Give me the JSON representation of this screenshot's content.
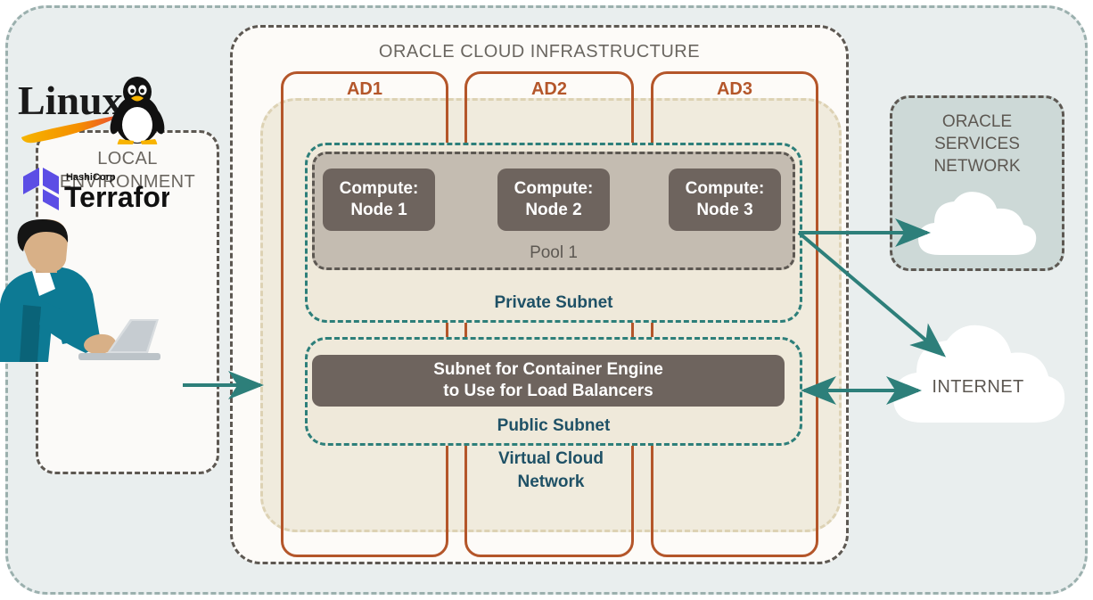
{
  "outer": {
    "name": "diagram-canvas"
  },
  "local_environment": {
    "title_line1": "LOCAL",
    "title_line2": "ENVIRONMENT",
    "logos": [
      {
        "name": "linux-logo",
        "label": "Linux"
      },
      {
        "name": "terraform-logo",
        "vendor": "HashiCorp",
        "label": "Terraform"
      }
    ],
    "illustration": "developer-at-laptop"
  },
  "oci": {
    "title": "ORACLE CLOUD INFRASTRUCTURE",
    "availability_domains": [
      {
        "label": "AD1"
      },
      {
        "label": "AD2"
      },
      {
        "label": "AD3"
      }
    ],
    "vcn": {
      "label_line1": "Virtual Cloud",
      "label_line2": "Network",
      "private_subnet": {
        "label": "Private Subnet",
        "pool": {
          "label": "Pool 1",
          "nodes": [
            {
              "line1": "Compute:",
              "line2": "Node 1"
            },
            {
              "line1": "Compute:",
              "line2": "Node 2"
            },
            {
              "line1": "Compute:",
              "line2": "Node 3"
            }
          ]
        }
      },
      "public_subnet": {
        "label": "Public Subnet",
        "load_balancer": {
          "line1": "Subnet for Container Engine",
          "line2": "to Use for Load Balancers"
        }
      }
    }
  },
  "oracle_services_network": {
    "title_line1": "ORACLE",
    "title_line2": "SERVICES",
    "title_line3": "NETWORK",
    "icon": "cloud-icon"
  },
  "internet": {
    "label": "INTERNET",
    "icon": "cloud-icon"
  },
  "connections": [
    {
      "name": "local-to-vcn-arrow",
      "direction": "right"
    },
    {
      "name": "nodes-to-oracle-services-arrow",
      "direction": "right"
    },
    {
      "name": "nodes-to-internet-arrow",
      "direction": "down-right"
    },
    {
      "name": "loadbalancer-to-internet-arrow",
      "direction": "bidirectional"
    }
  ],
  "colors": {
    "canvas_bg": "#e9eeee",
    "oci_bg": "#fdfbf8",
    "vcn_bg": "#f0ebdd",
    "ad_border": "#b4562a",
    "subnet_border": "#2d7f7a",
    "subnet_label": "#1f5166",
    "pool_bg": "#c4bcb1",
    "node_bg": "#6e645e",
    "osn_bg": "#cdd9d7",
    "arrow": "#2d7f7a",
    "dashed_gray": "#5d5852",
    "terraform_purple": "#5c4ee5"
  }
}
